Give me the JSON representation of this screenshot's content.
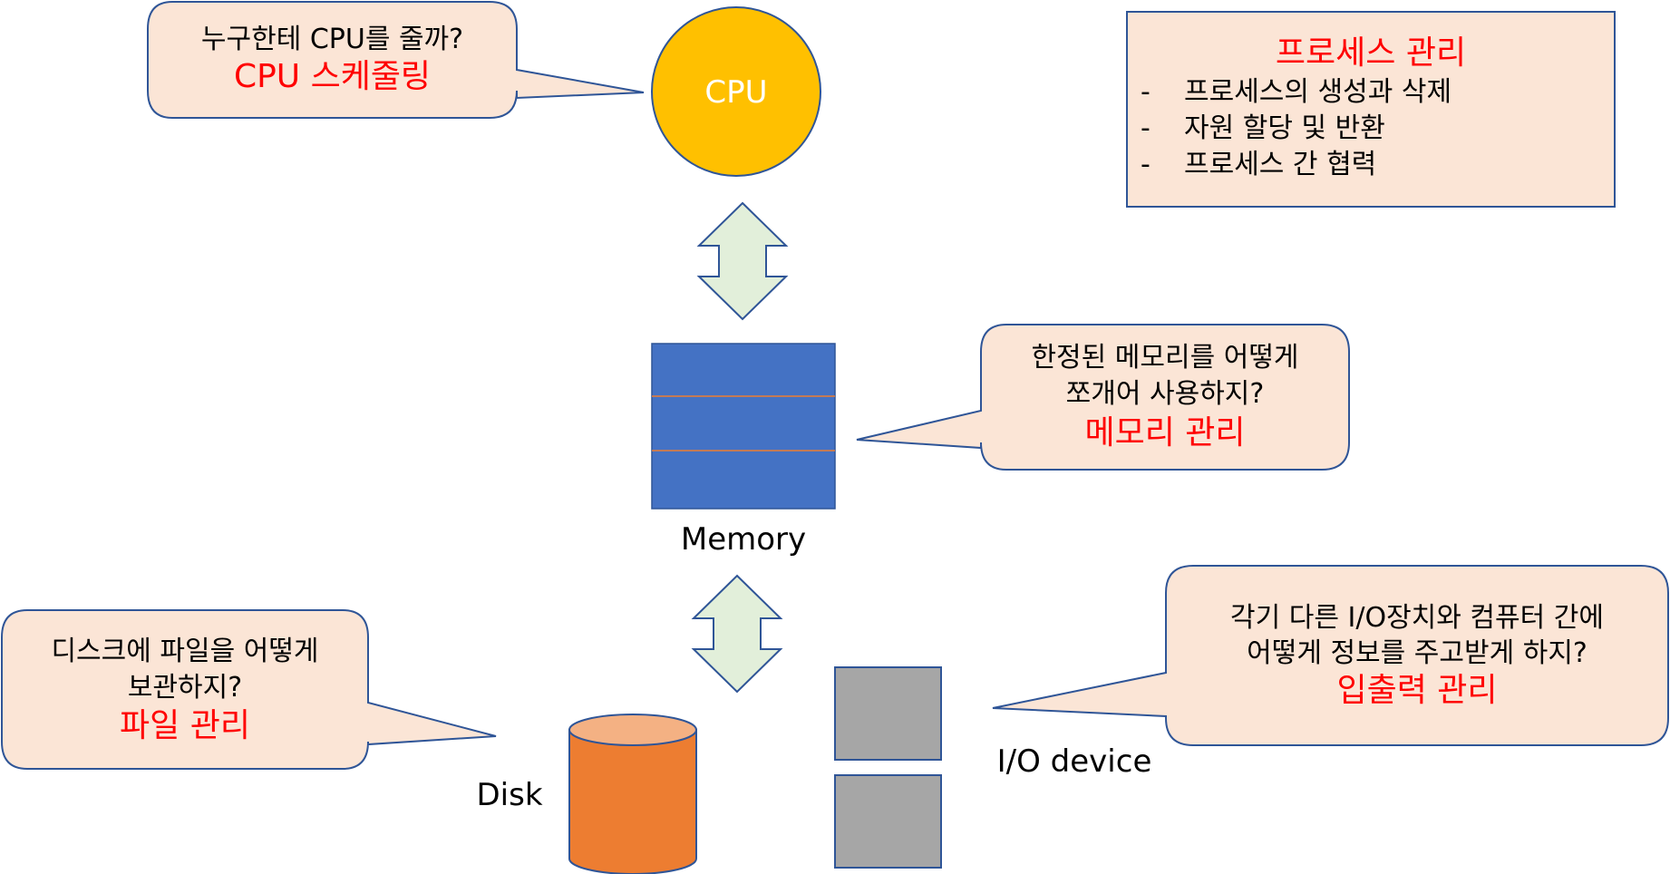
{
  "colors": {
    "bubble_fill": "#fbe5d6",
    "bubble_stroke": "#2f5597",
    "cpu_fill": "#ffc000",
    "memory_fill": "#4472c4",
    "memory_divider": "#ed7d31",
    "disk_body": "#ed7d31",
    "disk_top": "#f4b183",
    "io_fill": "#a6a6a6",
    "arrow_fill": "#e2efda",
    "accent_red": "#ff0000"
  },
  "cpu": {
    "label": "CPU"
  },
  "memory": {
    "label": "Memory"
  },
  "disk": {
    "label": "Disk"
  },
  "io": {
    "label": "I/O device"
  },
  "bubbles": {
    "cpu": {
      "question": "누구한테 CPU를 줄까?",
      "title": "CPU 스케줄링"
    },
    "memory": {
      "question_1": "한정된 메모리를 어떻게",
      "question_2": "쪼개어 사용하지?",
      "title": "메모리 관리"
    },
    "disk": {
      "question_1": "디스크에 파일을 어떻게",
      "question_2": "보관하지?",
      "title": "파일 관리"
    },
    "io": {
      "question_1": "각기 다른 I/O장치와 컴퓨터 간에",
      "question_2": "어떻게 정보를 주고받게 하지?",
      "title": "입출력 관리"
    }
  },
  "process_box": {
    "title": "프로세스 관리",
    "items": [
      "프로세스의 생성과 삭제",
      "자원 할당 및 반환",
      "프로세스 간 협력"
    ],
    "bullet": "-"
  }
}
